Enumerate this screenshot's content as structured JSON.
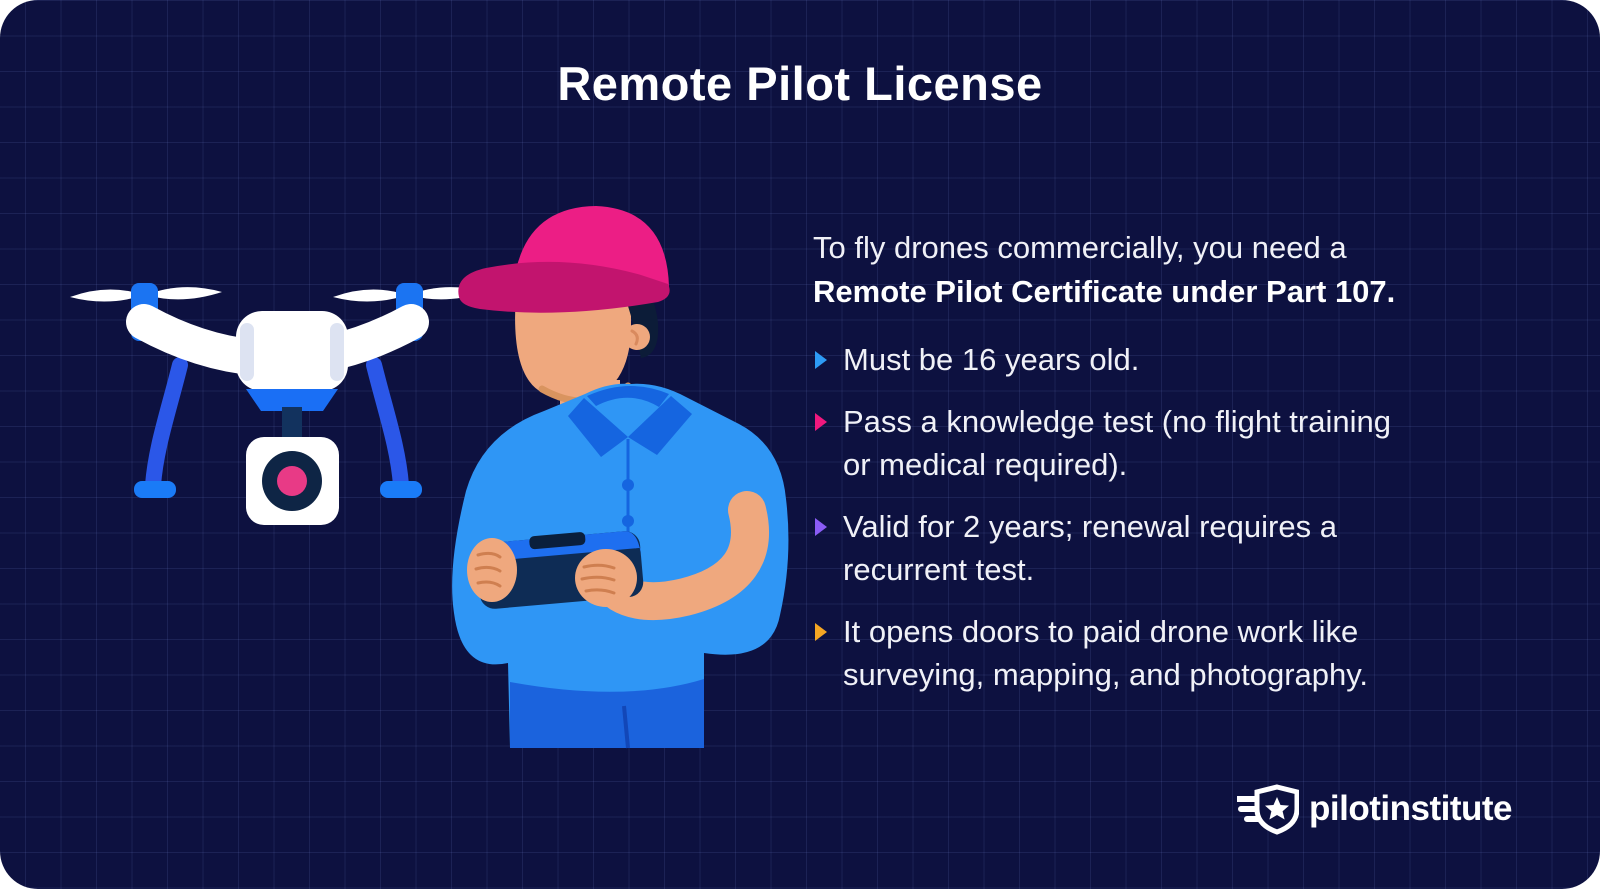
{
  "card": {
    "title": "Remote Pilot License",
    "intro": {
      "line1": "To fly drones commercially, you need a",
      "line2": "Remote Pilot Certificate under Part 107."
    },
    "bullets": [
      {
        "text": "Must be 16 years old.",
        "color": "#2d9bf5"
      },
      {
        "text": "Pass a knowledge test (no flight training\nor medical required).",
        "color": "#f0187e"
      },
      {
        "text": "Valid for 2 years; renewal requires a\nrecurrent test.",
        "color": "#8a5cf6"
      },
      {
        "text": "It opens doors to paid drone work like\nsurveying, mapping, and photography.",
        "color": "#f5a623"
      }
    ],
    "logo": {
      "part1": "pilot",
      "part2": "institute"
    }
  },
  "colors": {
    "card_background": "#0d1140",
    "grid_line": "#1c2352",
    "title_text": "#ffffff",
    "body_text": "#f0f1f7",
    "bullet_blue": "#2d9bf5",
    "bullet_pink": "#f0187e",
    "bullet_purple": "#8a5cf6",
    "bullet_yellow": "#f5a623",
    "cap_pink": "#ec1e85",
    "shirt_blue": "#2f96f5",
    "drone_accent_blue": "#1a6ff5"
  }
}
